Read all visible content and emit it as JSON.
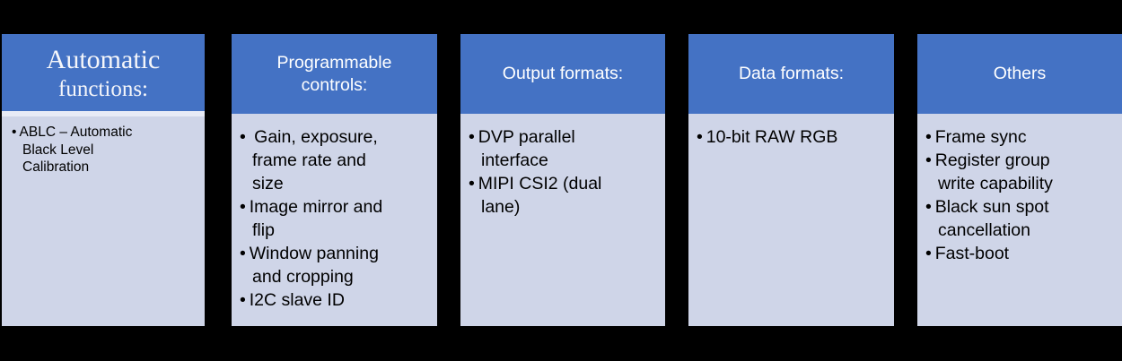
{
  "colors": {
    "header_blue": "#4472C4",
    "body_lavender": "#CFD5E8",
    "divider_light": "#E8EBF6",
    "header_text": "#FFFFFF",
    "body_text": "#000000",
    "canvas_bg": "#000000"
  },
  "cards": [
    {
      "id": "automatic-functions",
      "title_lines": [
        "Automatic",
        "functions:"
      ],
      "items": [
        "ABLC – Automatic Black Level Calibration"
      ]
    },
    {
      "id": "programmable-controls",
      "title_lines": [
        "Programmable",
        "controls:"
      ],
      "items": [
        " Gain, exposure, frame rate and size",
        "Image mirror and flip",
        "Window panning and cropping",
        "I2C slave ID"
      ]
    },
    {
      "id": "output-formats",
      "title_lines": [
        "Output formats:"
      ],
      "items": [
        "DVP parallel interface",
        "MIPI CSI2 (dual lane)"
      ]
    },
    {
      "id": "data-formats",
      "title_lines": [
        "Data formats:"
      ],
      "items": [
        "10-bit RAW RGB"
      ]
    },
    {
      "id": "others",
      "title_lines": [
        "Others"
      ],
      "items": [
        "Frame sync",
        "Register group write capability",
        "Black sun spot cancellation",
        "Fast-boot"
      ]
    }
  ]
}
